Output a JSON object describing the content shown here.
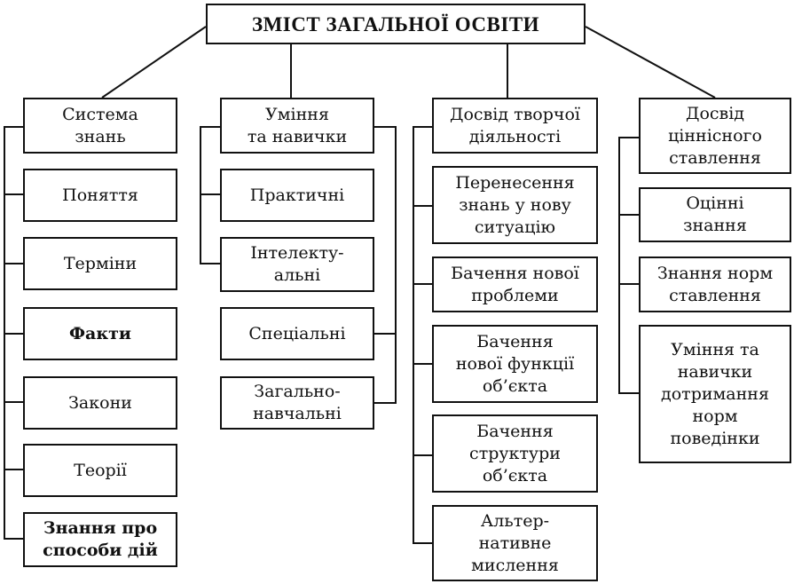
{
  "title": "ЗМІСТ ЗАГАЛЬНОЇ ОСВІТИ",
  "columns": [
    {
      "header": "Система\nзнань",
      "items": [
        "Поняття",
        "Терміни",
        "Факти",
        "Закони",
        "Теорії",
        "Знання про\nспособи дій"
      ]
    },
    {
      "header": "Уміння\nта навички",
      "items": [
        "Практичні",
        "Інтелекту-\nальні",
        "Спеціальні",
        "Загально-\nнавчальні"
      ]
    },
    {
      "header": "Досвід творчої\nдіяльності",
      "items": [
        "Перенесення\nзнань у нову\nситуацію",
        "Бачення нової\nпроблеми",
        "Бачення\nнової функції\nоб’єкта",
        "Бачення\nструктури\nоб’єкта",
        "Альтер-\nнативне\nмислення"
      ]
    },
    {
      "header": "Досвід\nціннісного\nставлення",
      "items": [
        "Оцінні\nзнання",
        "Знання норм\nставлення",
        "Уміння та\nнавички\nдотримання\nнорм\nповедінки"
      ]
    }
  ]
}
